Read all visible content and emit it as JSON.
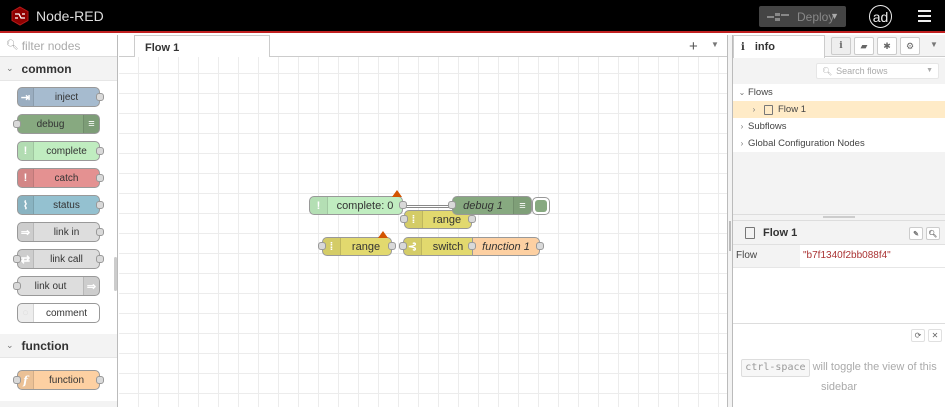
{
  "header": {
    "app_title": "Node-RED",
    "deploy_label": "Deploy",
    "user_initials": "ad"
  },
  "palette": {
    "filter_placeholder": "filter nodes",
    "categories": [
      {
        "name": "common",
        "nodes": [
          {
            "label": "inject",
            "color": "#a6bbcf",
            "icon": "arrow-in-icon"
          },
          {
            "label": "debug",
            "color": "#87a980",
            "icon": "list-icon"
          },
          {
            "label": "complete",
            "color": "#c0edc0",
            "icon": "exclamation-icon"
          },
          {
            "label": "catch",
            "color": "#e49191",
            "icon": "exclamation-icon"
          },
          {
            "label": "status",
            "color": "#94c1d0",
            "icon": "pulse-icon"
          },
          {
            "label": "link in",
            "color": "#dddddd",
            "icon": "link-in-icon"
          },
          {
            "label": "link call",
            "color": "#dddddd",
            "icon": "link-call-icon"
          },
          {
            "label": "link out",
            "color": "#dddddd",
            "icon": "link-out-icon"
          },
          {
            "label": "comment",
            "color": "#ffffff",
            "icon": "comment-icon"
          }
        ]
      },
      {
        "name": "function",
        "nodes": [
          {
            "label": "function",
            "color": "#fdd0a2",
            "icon": "function-icon"
          }
        ]
      }
    ]
  },
  "workspace": {
    "tabs": [
      {
        "label": "Flow 1",
        "active": true
      }
    ],
    "flow_nodes": [
      {
        "label": "complete: 0",
        "type": "complete",
        "color": "#c0edc0"
      },
      {
        "label": "debug 1",
        "type": "debug",
        "color": "#87a980"
      },
      {
        "label": "range",
        "type": "range",
        "color": "#e2d96e"
      },
      {
        "label": "range",
        "type": "range",
        "color": "#e2d96e"
      },
      {
        "label": "switch",
        "type": "switch",
        "color": "#e2d96e"
      },
      {
        "label": "function 1",
        "type": "function",
        "color": "#fdd0a2"
      }
    ]
  },
  "sidebar": {
    "active_tab": "info",
    "search_placeholder": "Search flows",
    "tree": {
      "flows_label": "Flows",
      "flow_item": "Flow 1",
      "subflows_label": "Subflows",
      "global_config_label": "Global Configuration Nodes"
    },
    "info": {
      "title": "Flow 1",
      "row_key": "Flow",
      "row_value": "\"b7f1340f2bb088f4\""
    },
    "help": {
      "kbd": "ctrl-space",
      "text": "will toggle the view of this sidebar"
    }
  }
}
